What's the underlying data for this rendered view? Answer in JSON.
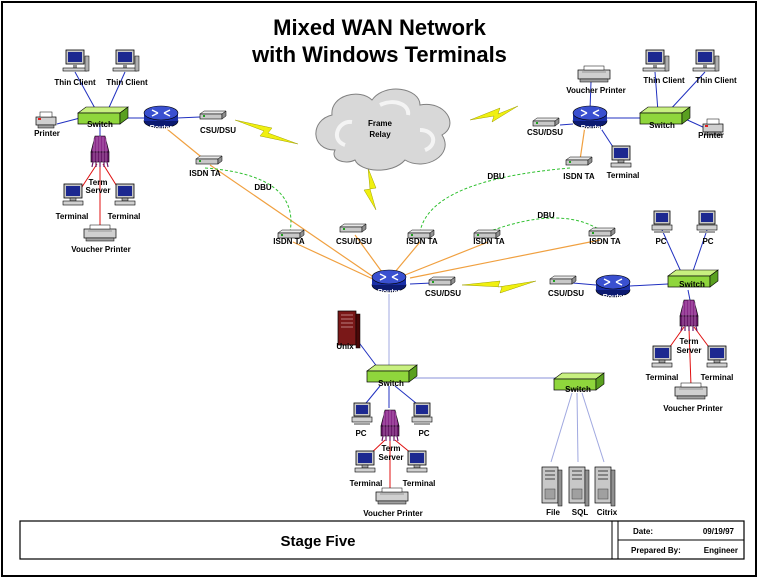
{
  "title": {
    "line1": "Mixed WAN Network",
    "line2": "with Windows Terminals"
  },
  "cloud": {
    "line1": "Frame",
    "line2": "Relay"
  },
  "labels": {
    "thin_client": "Thin Client",
    "printer": "Printer",
    "switch": "Switch",
    "router": "Router",
    "csu_dsu": "CSU/DSU",
    "isdn_ta": "ISDN TA",
    "dbu": "DBU",
    "term": "Term",
    "server": "Server",
    "terminal": "Terminal",
    "voucher_printer": "Voucher Printer",
    "pc": "PC",
    "unix": "Unix",
    "file": "File",
    "sql": "SQL",
    "citrix": "Citrix"
  },
  "title_block": {
    "stage": "Stage Five",
    "date_label": "Date:",
    "date_value": "09/19/97",
    "prepared_label": "Prepared By:",
    "prepared_value": "Engineer"
  },
  "colors": {
    "switch_green": "#8fd63c",
    "router_blue": "#1a2fa8",
    "term_server_purple": "#6b1a6b",
    "isdn_orange": "#f0a040",
    "dbu_green": "#30c030",
    "lightning_yellow": "#f0f010",
    "lan_blue": "#2030c0",
    "terminal_red": "#e01010"
  }
}
